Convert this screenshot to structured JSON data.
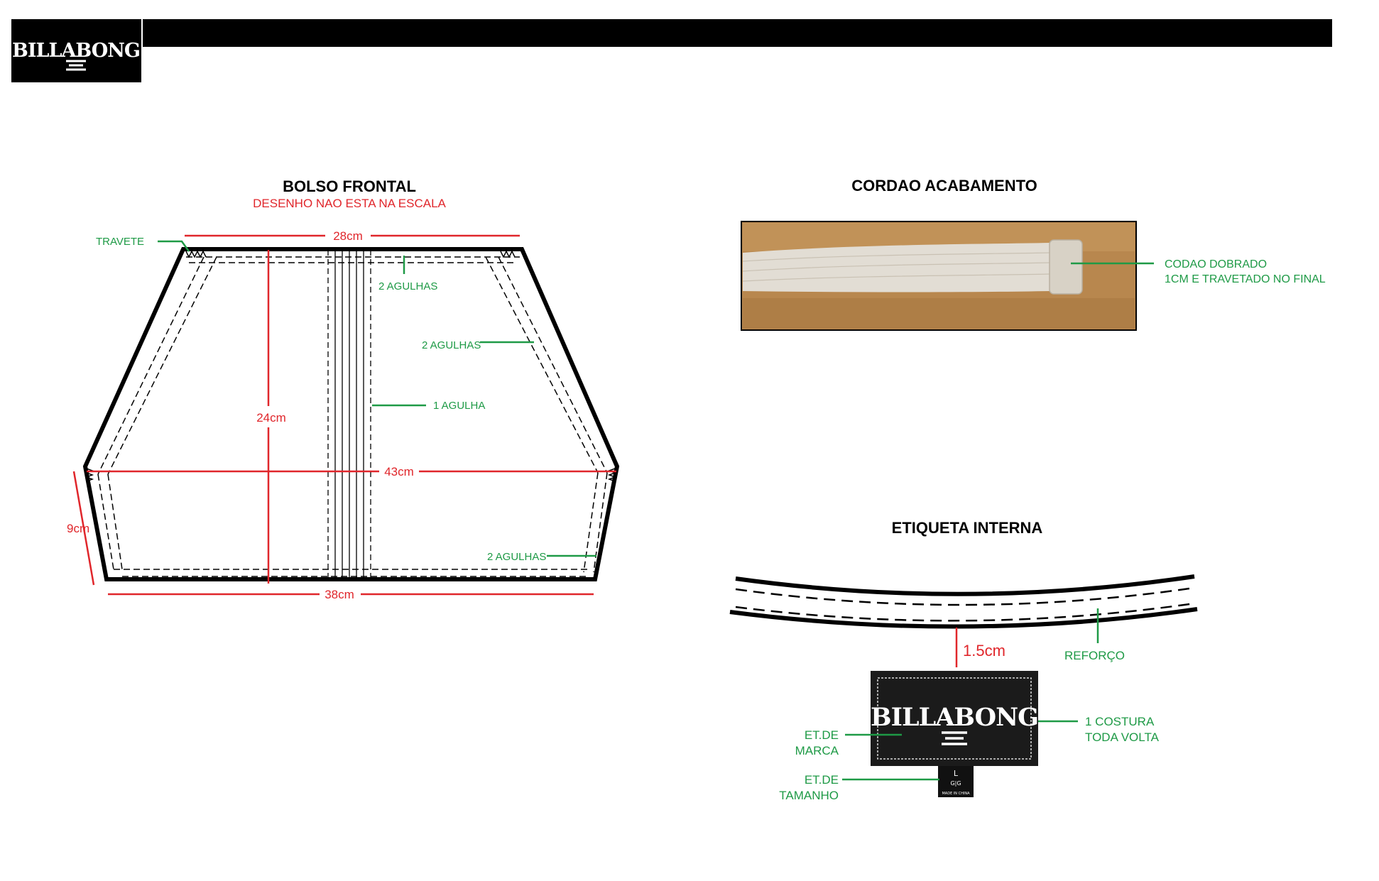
{
  "brand": {
    "logo_text": "BILLABONG"
  },
  "pocket": {
    "title": "BOLSO FRONTAL",
    "subtitle": "DESENHO NAO ESTA NA ESCALA",
    "dims": {
      "top": "28cm",
      "height": "24cm",
      "width": "43cm",
      "bottom": "38cm",
      "side": "9cm"
    },
    "labels": {
      "travete": "TRAVETE",
      "two_needles_top": "2 AGULHAS",
      "two_needles_side": "2 AGULHAS",
      "one_needle": "1 AGULHA",
      "two_needles_bottom": "2 AGULHAS"
    }
  },
  "cord": {
    "title": "CORDAO ACABAMENTO",
    "note_line1": "CODAO DOBRADO",
    "note_line2": "1CM E TRAVETADO NO FINAL"
  },
  "label_section": {
    "title": "ETIQUETA INTERNA",
    "distance": "1.5cm",
    "reinforcement": "REFORÇO",
    "brand_label_line1": "ET.DE",
    "brand_label_line2": "MARCA",
    "stitch_line1": "1 COSTURA",
    "stitch_line2": "TODA VOLTA",
    "size_label_line1": "ET.DE",
    "size_label_line2": "TAMANHO",
    "size_tag": {
      "size": "L",
      "size_alt": "G|G",
      "origin": "MADE IN CHINA"
    }
  },
  "colors": {
    "dimension": "#e0262b",
    "annotation": "#1e9a46",
    "ink": "#000000"
  }
}
